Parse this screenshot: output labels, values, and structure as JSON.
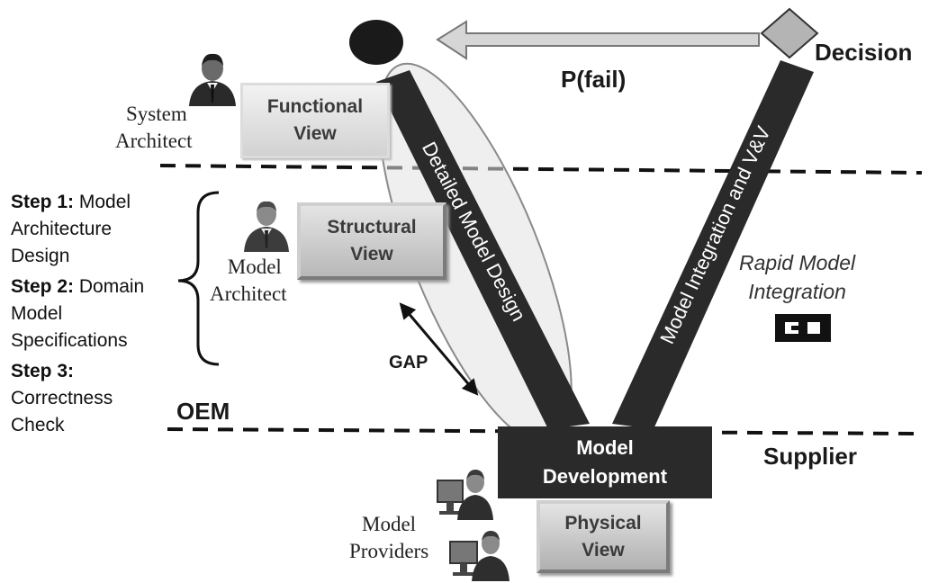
{
  "labels": {
    "decision": "Decision",
    "pfail": "P(fail)",
    "system_architect": [
      "System",
      "Architect"
    ],
    "model_architect": [
      "Model",
      "Architect"
    ],
    "model_providers": [
      "Model",
      "Providers"
    ],
    "oem": "OEM",
    "supplier": "Supplier",
    "gap": "GAP",
    "rapid_integration": [
      "Rapid Model",
      "Integration"
    ],
    "detailed_design": "Detailed Model Design",
    "integration_vv": "Model Integration and V&V"
  },
  "views": {
    "functional": "Functional\nView",
    "structural": "Structural\nView",
    "physical": "Physical\nView"
  },
  "model_development": [
    "Model",
    "Development"
  ],
  "steps": [
    {
      "title": "Step 1:",
      "text": "Model Architecture Design"
    },
    {
      "title": "Step 2:",
      "text": "Domain Model Specifications"
    },
    {
      "title": "Step 3:",
      "text": "Correctness Check"
    }
  ],
  "icons": {
    "connector": "connector-icon",
    "decision_shape": "diamond-icon",
    "end_state": "ellipse-icon"
  },
  "colors": {
    "band": "#2a2a2a",
    "view_box": "#c8c8c8",
    "diamond": "#b4b4b4",
    "ellipse": "#e2e2e2"
  }
}
